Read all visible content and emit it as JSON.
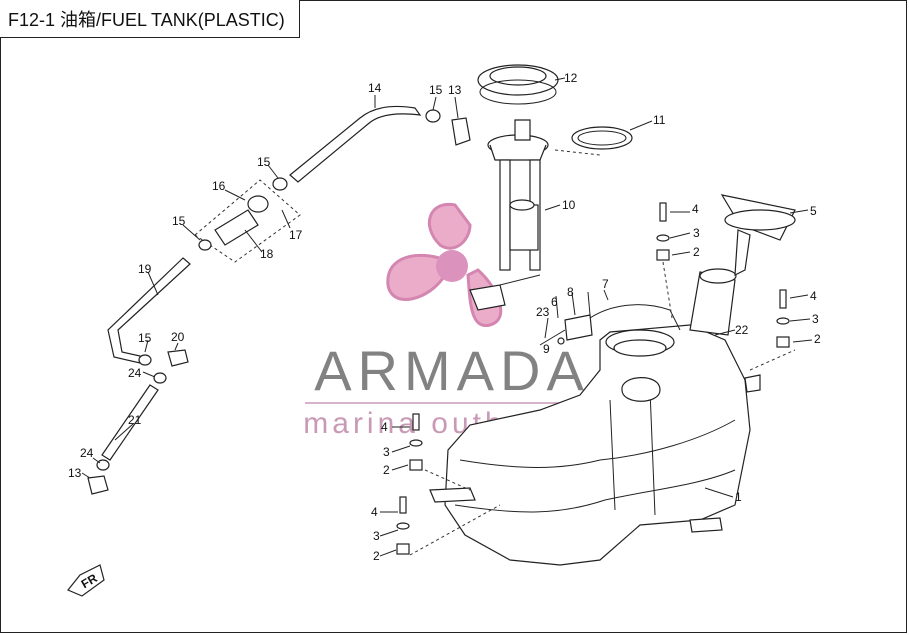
{
  "title": "F12-1 油箱/FUEL TANK(PLASTIC)",
  "watermark": {
    "brand": "ARMADA",
    "tagline": "marina outboards",
    "colors": {
      "logo_pink": "#e8a4c4",
      "logo_dark": "#d07aa8",
      "text_gray": "#6d6d6d",
      "tagline_pink": "#c99ab5"
    }
  },
  "callouts": {
    "c1": "1",
    "c2a": "2",
    "c2b": "2",
    "c2c": "2",
    "c2d": "2",
    "c3a": "3",
    "c3b": "3",
    "c3c": "3",
    "c3d": "3",
    "c4a": "4",
    "c4b": "4",
    "c4c": "4",
    "c4d": "4",
    "c5": "5",
    "c6": "6",
    "c7": "7",
    "c8": "8",
    "c9": "9",
    "c10": "10",
    "c11": "11",
    "c12": "12",
    "c13a": "13",
    "c13b": "13",
    "c14": "14",
    "c15a": "15",
    "c15b": "15",
    "c15c": "15",
    "c15d": "15",
    "c16": "16",
    "c17": "17",
    "c18": "18",
    "c19": "19",
    "c20": "20",
    "c21": "21",
    "c22": "22",
    "c23": "23",
    "c24a": "24",
    "c24b": "24",
    "front_mark": "FR"
  }
}
